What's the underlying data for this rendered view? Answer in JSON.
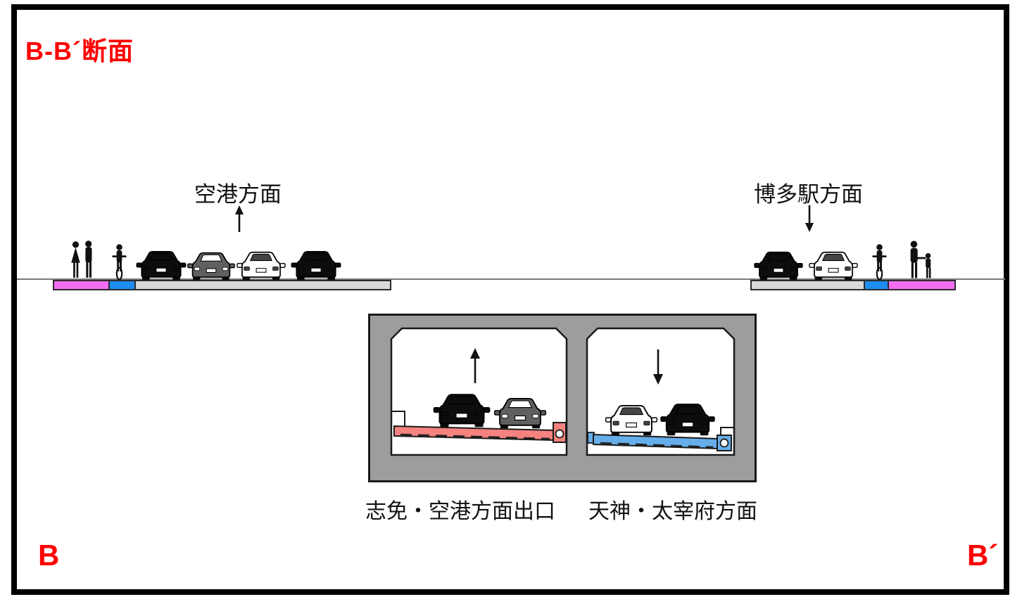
{
  "title": {
    "text": "B-B´断面"
  },
  "surface": {
    "left_direction_label": "空港方面",
    "right_direction_label": "博多駅方面"
  },
  "tunnel": {
    "left_bore_label": "志免・空港方面出口",
    "right_bore_label": "天神・太宰府方面"
  },
  "section_markers": {
    "left": "B",
    "right": "B´"
  },
  "icons": {
    "up_arrow": "↑",
    "down_arrow": "↓"
  },
  "colors": {
    "accent_red": "#FF0000",
    "sidewalk_magenta": "#F36EF2",
    "bike_lane_blue": "#1E8CF0",
    "roadway_gray": "#D9D9D9",
    "tunnel_concrete": "#9D9D9D",
    "outbound_deck_red": "#F4827F",
    "inbound_deck_blue": "#66AEEA",
    "ink": "#111111"
  }
}
